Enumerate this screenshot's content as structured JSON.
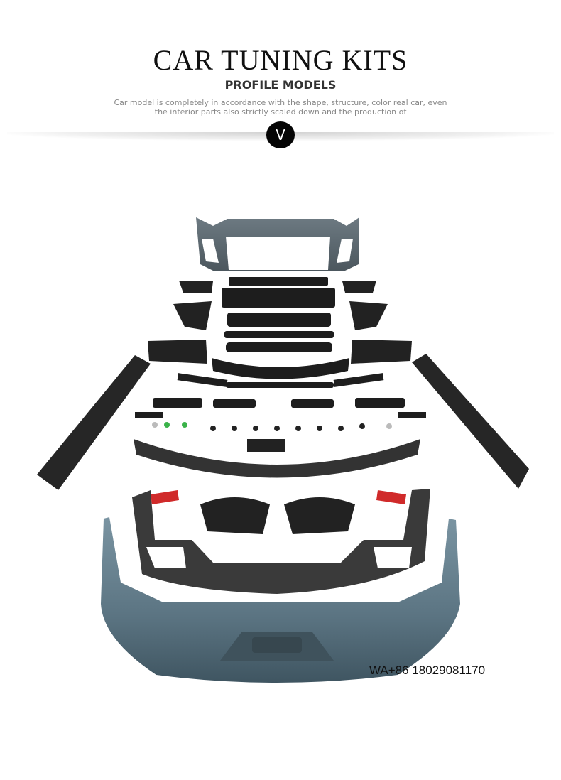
{
  "header": {
    "title": "CAR TUNING KITS",
    "subtitle": "PROFILE MODELS",
    "description": "Car model is completely in accordance with the shape, structure, color real car, even the interior parts also strictly scaled down and the production of",
    "badge_glyph": "V"
  },
  "product": {
    "image_alt": "Body kit parts: front bumper, grilles, side skirts, lips, rear diffuser and rear bumper",
    "watermark": "WA+86 18029081170"
  },
  "colors": {
    "bumper_gray": "#5b6770",
    "part_black": "#1c1c1c",
    "rear_bumper_blue": "#5f7a88",
    "accent_red": "#d02a2a",
    "accent_green": "#3bb34a"
  }
}
